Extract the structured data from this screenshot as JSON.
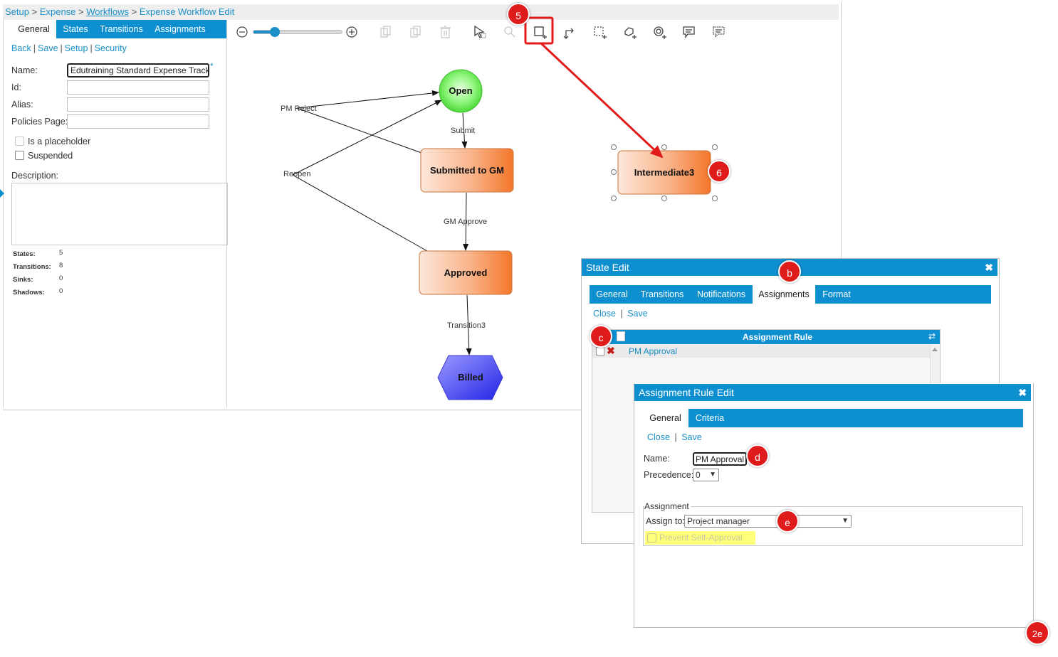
{
  "breadcrumb": {
    "setup": "Setup",
    "expense": "Expense",
    "workflows": "Workflows",
    "current": "Expense Workflow Edit",
    "sep": ">"
  },
  "left_tabs": [
    "General",
    "States",
    "Transitions",
    "Assignments"
  ],
  "left_links": {
    "back": "Back",
    "save": "Save",
    "setup": "Setup",
    "security": "Security",
    "sep": "|"
  },
  "form": {
    "name_label": "Name:",
    "name_value": "Edutraining Standard Expense Track",
    "required_mark": "*",
    "id_label": "Id:",
    "alias_label": "Alias:",
    "policies_label": "Policies Page:",
    "placeholder_label": "Is a placeholder",
    "suspended_label": "Suspended",
    "description_label": "Description:"
  },
  "stats": [
    {
      "label": "States:",
      "value": "5"
    },
    {
      "label": "Transitions:",
      "value": "8"
    },
    {
      "label": "Sinks:",
      "value": "0"
    },
    {
      "label": "Shadows:",
      "value": "0"
    }
  ],
  "toolbar": {
    "zoom_level": 0.2,
    "icons": [
      "copy-icon",
      "paste-icon",
      "delete-icon",
      "select-pointer-icon",
      "zoom-search-icon",
      "add-state-icon",
      "add-transition-icon",
      "add-group-icon",
      "add-shadow-icon",
      "add-sink-icon",
      "add-comment-icon",
      "comments-icon"
    ]
  },
  "workflow": {
    "states": {
      "open": "Open",
      "submitted": "Submitted to GM",
      "approved": "Approved",
      "billed": "Billed",
      "intermediate": "Intermediate3"
    },
    "transitions": {
      "pm_reject": "PM Reject",
      "submit": "Submit",
      "reopen": "Reopen",
      "gm_approve": "GM Approve",
      "transition3": "Transition3"
    }
  },
  "markers": {
    "m5": "5",
    "m6": "6",
    "mb": "b",
    "mc": "c",
    "md": "d",
    "me": "e",
    "m2e": "2e"
  },
  "state_edit": {
    "title": "State Edit",
    "close_icon": "✖",
    "tabs": [
      "General",
      "Transitions",
      "Notifications",
      "Assignments",
      "Format"
    ],
    "links": {
      "close": "Close",
      "save": "Save",
      "sep": "|"
    },
    "grid_header": "Assignment Rule",
    "rows": [
      {
        "name": "PM Approval"
      }
    ]
  },
  "rule_edit": {
    "title": "Assignment Rule Edit",
    "close_icon": "✖",
    "tabs": [
      "General",
      "Criteria"
    ],
    "links": {
      "close": "Close",
      "save": "Save",
      "sep": "|"
    },
    "name_label": "Name:",
    "name_value": "PM Approval",
    "precedence_label": "Precedence:",
    "precedence_value": "0",
    "assignment_legend": "Assignment",
    "assign_to_label": "Assign to:",
    "assign_to_value": "Project manager",
    "prevent_self_approval": "Prevent Self-Approval"
  },
  "colors": {
    "accent": "#0e8fcf",
    "link": "#1a8fc8",
    "marker": "#e01b1b",
    "highlight": "#ffff7a"
  }
}
